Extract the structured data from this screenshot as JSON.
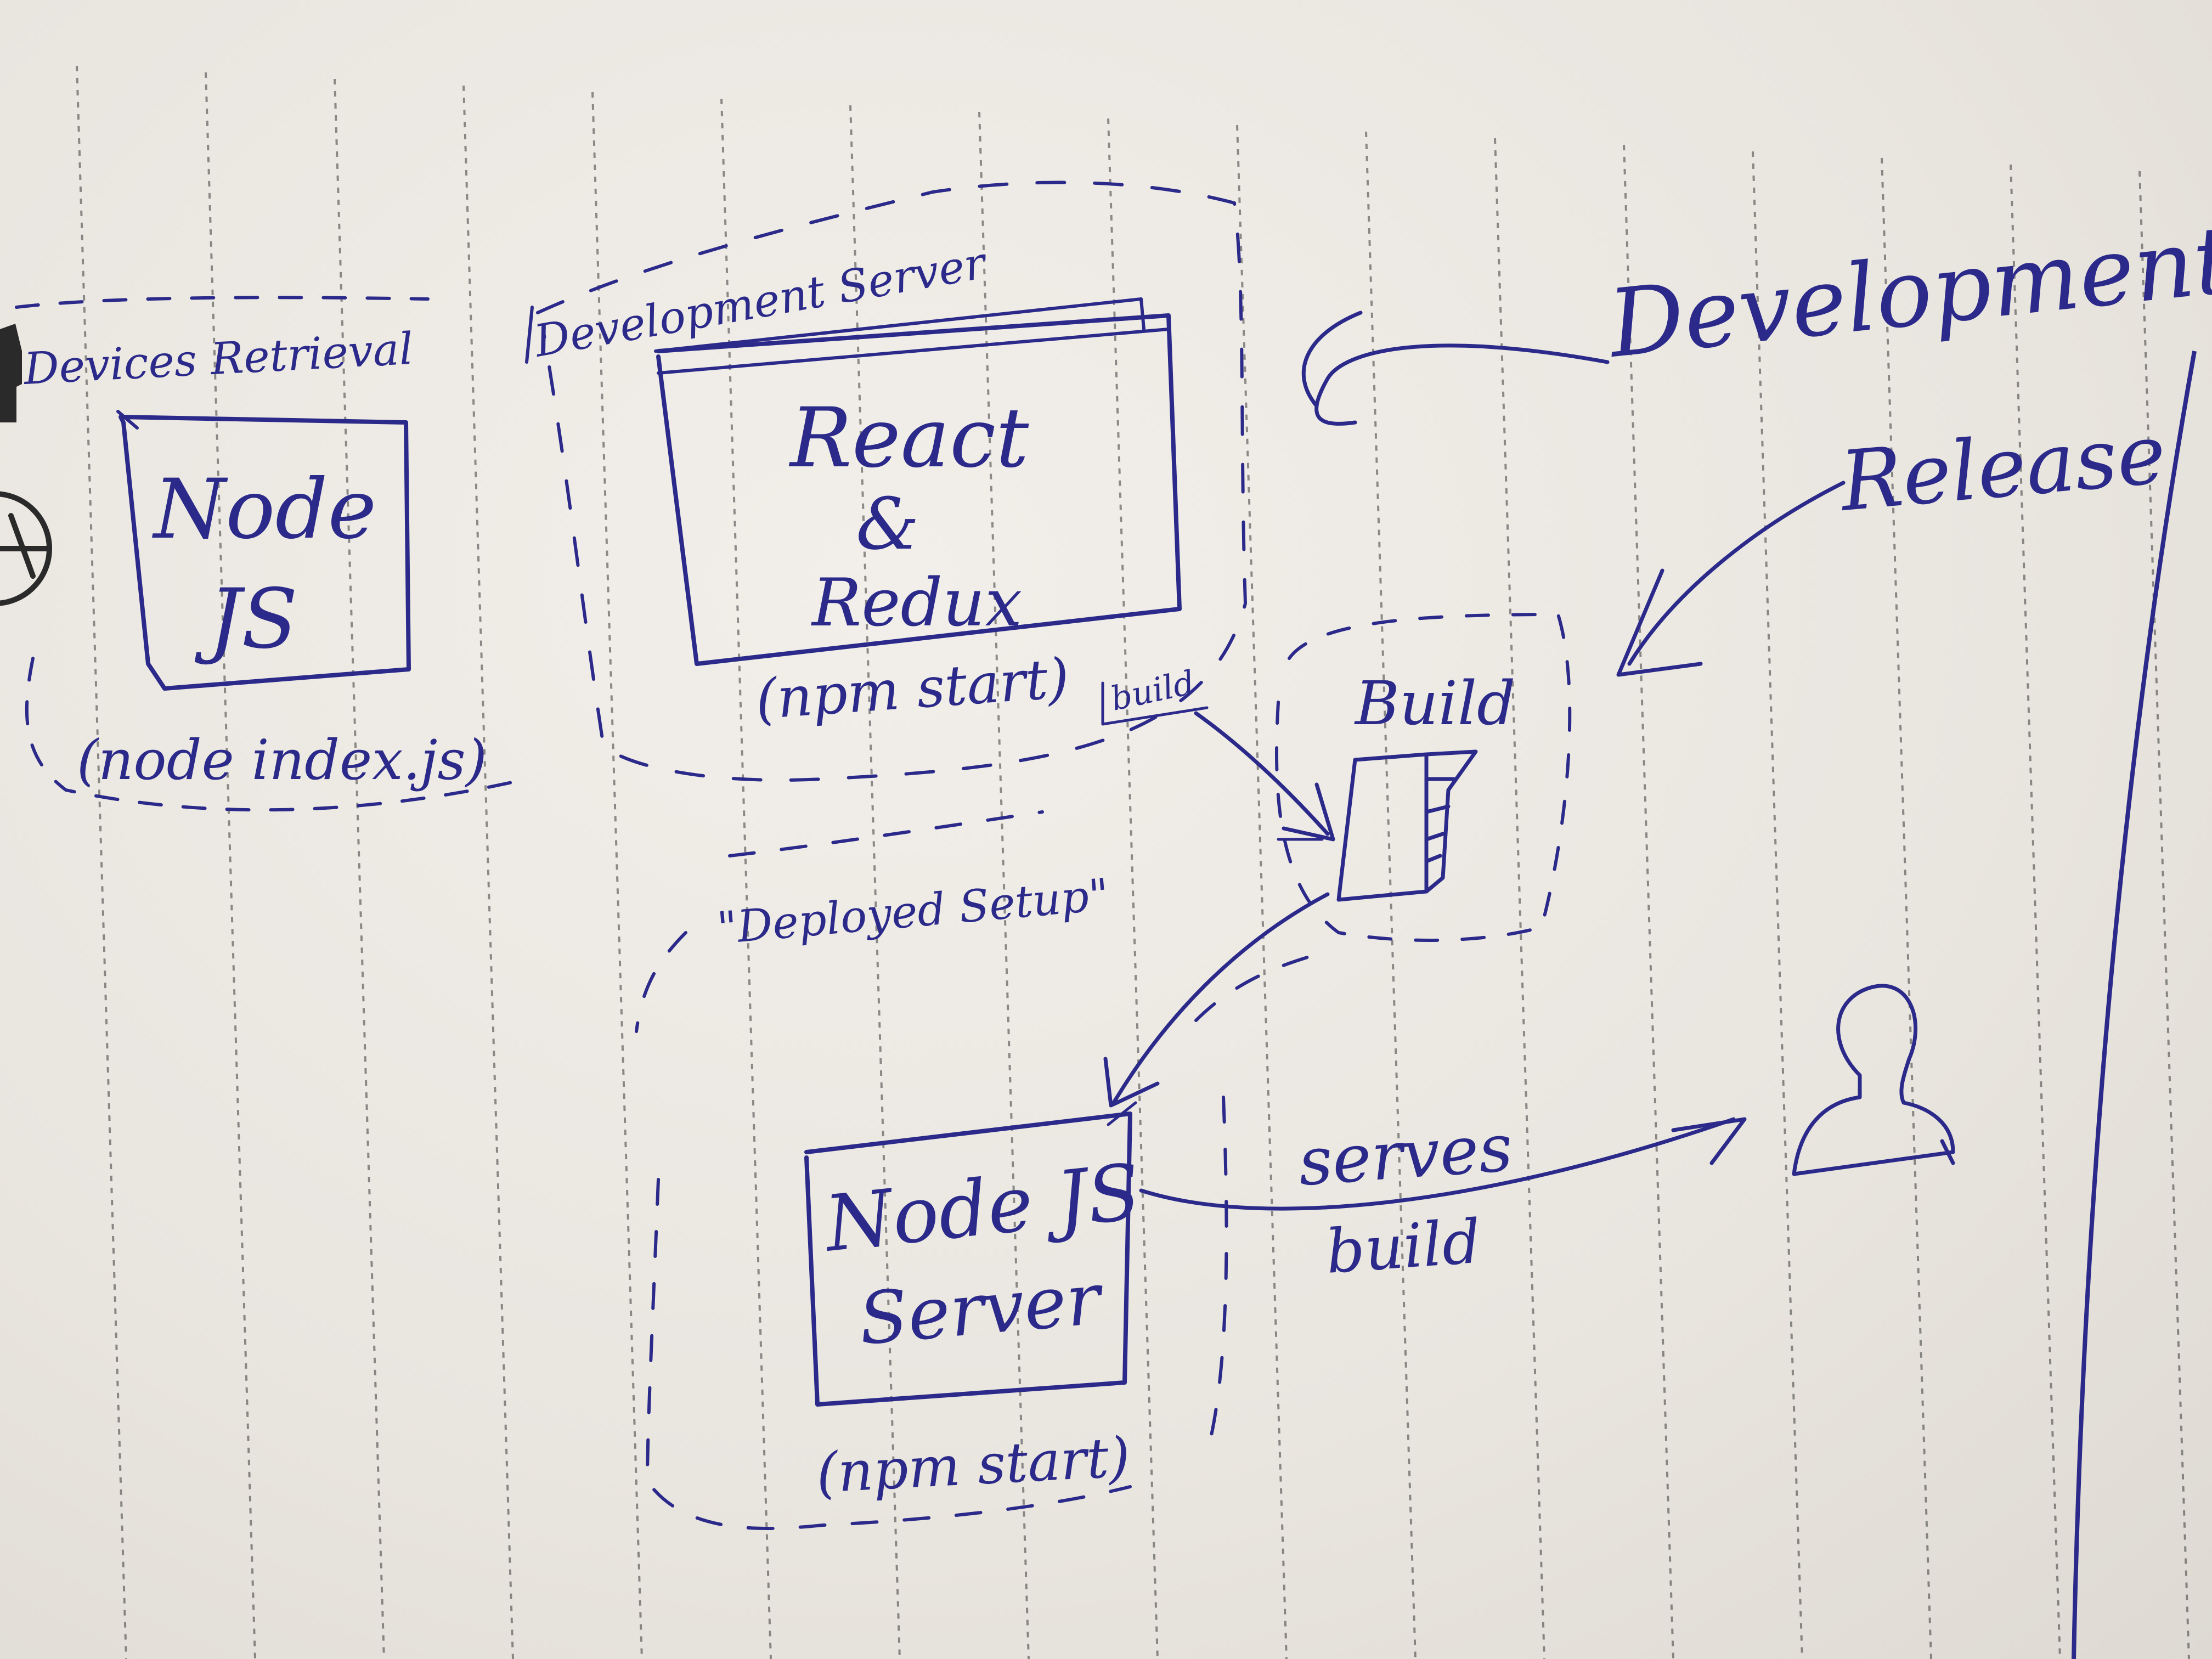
{
  "colors": {
    "ink": "#2b2a8a",
    "paper": "#ece8e2",
    "rule_line": "#3a3a3a"
  },
  "diagram": {
    "devices_retrieval": {
      "label": "Devices Retrieval",
      "node_line1": "Node",
      "node_line2": "JS",
      "command": "(node index.js)"
    },
    "development_server": {
      "label": "Development Server",
      "react_line1": "React",
      "react_line2": "&",
      "react_line3": "Redux",
      "command": "(npm start)"
    },
    "build": {
      "label": "Build",
      "arrow_label": "build"
    },
    "deployed_setup": {
      "label": "\"Deployed Setup\"",
      "server_line1": "Node JS",
      "server_line2": "Server",
      "command": "(npm start)",
      "arrow_label_line1": "serves",
      "arrow_label_line2": "build"
    },
    "legend": {
      "development": "Development",
      "release": "Release"
    },
    "icons": [
      "person-icon",
      "build-bundle-icon",
      "lock-icon",
      "globe-icon"
    ]
  }
}
